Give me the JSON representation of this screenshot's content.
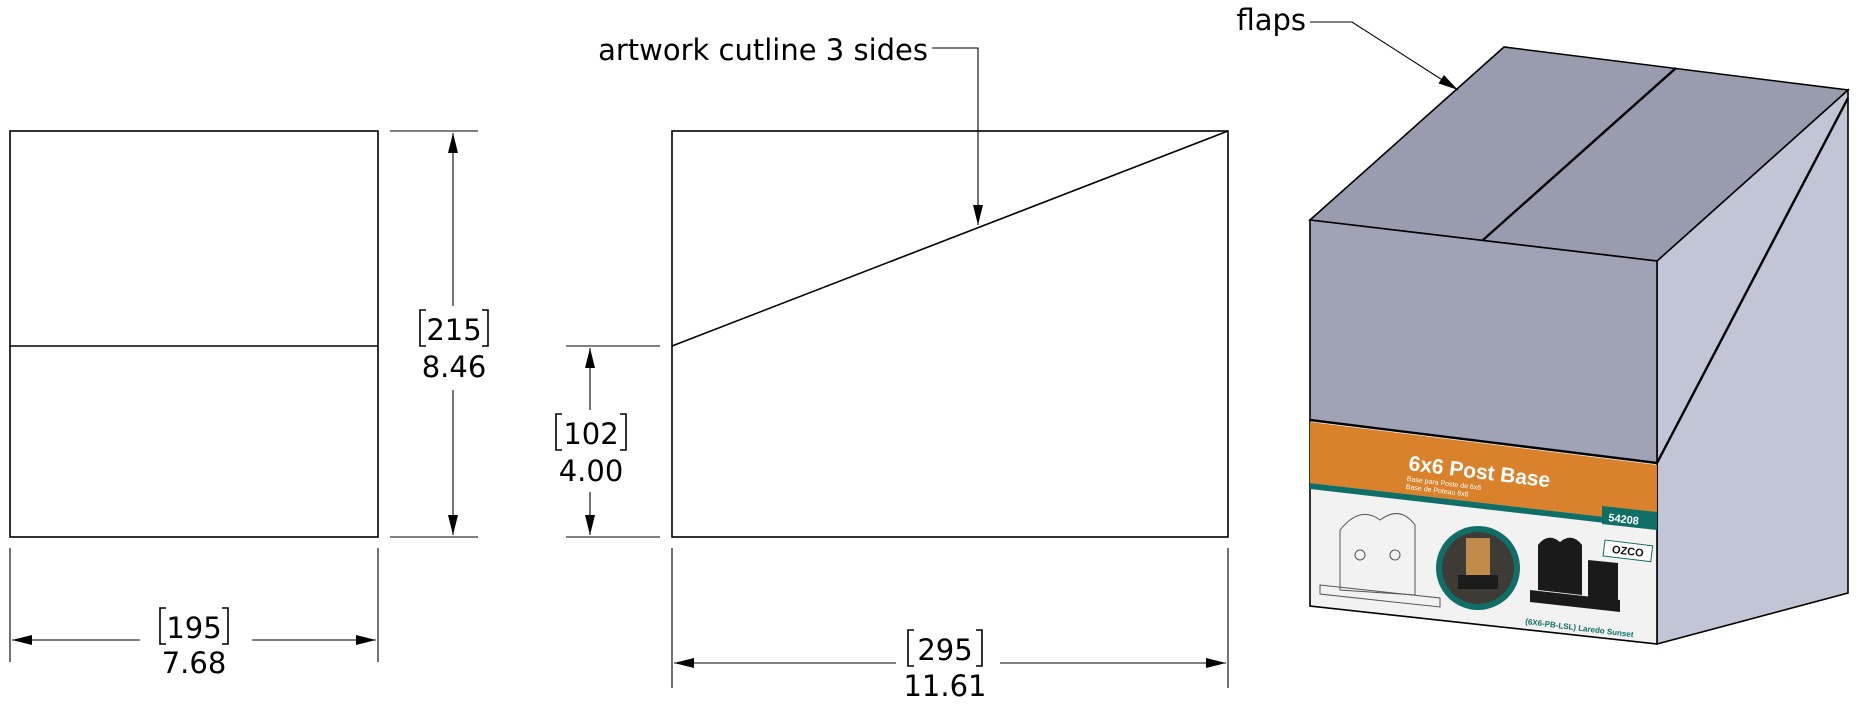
{
  "annotations": {
    "flaps": "flaps",
    "cutline": "artwork cutline 3 sides"
  },
  "dimensions": {
    "height": {
      "mm": "215",
      "in": "8.46"
    },
    "slope_height": {
      "mm": "102",
      "in": "4.00"
    },
    "width": {
      "mm": "195",
      "in": "7.68"
    },
    "length": {
      "mm": "295",
      "in": "11.61"
    }
  },
  "package": {
    "title": "6x6 Post Base",
    "sub1": "Base para Poste de 6x6",
    "sub2": "Base de Poteau 6x6",
    "item_number": "54208",
    "brand": "OZCO",
    "caption": "(6X6-PB-LSL) Laredo Sunset"
  },
  "colors": {
    "box_front": "#a0a3b5",
    "box_top": "#999cae",
    "box_side": "#c2c5d5",
    "label_orange": "#d9822b",
    "label_teal": "#0f6f66"
  }
}
